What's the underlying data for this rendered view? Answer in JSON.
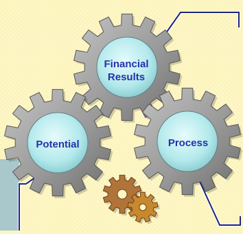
{
  "diagram": {
    "gears": [
      {
        "id": "financial-results",
        "lines": [
          "Financial",
          "Results"
        ]
      },
      {
        "id": "potential",
        "lines": [
          "Potential"
        ]
      },
      {
        "id": "process",
        "lines": [
          "Process"
        ]
      }
    ],
    "decoration": {
      "icon": "small-gears-icon"
    },
    "colors": {
      "background": "#fdf6c4",
      "gear_body": "#9e9e9e",
      "gear_hub": "#b8ecee",
      "label": "#2233aa",
      "connector": "#1a237e",
      "side_panel": "#a9c8cc"
    }
  }
}
